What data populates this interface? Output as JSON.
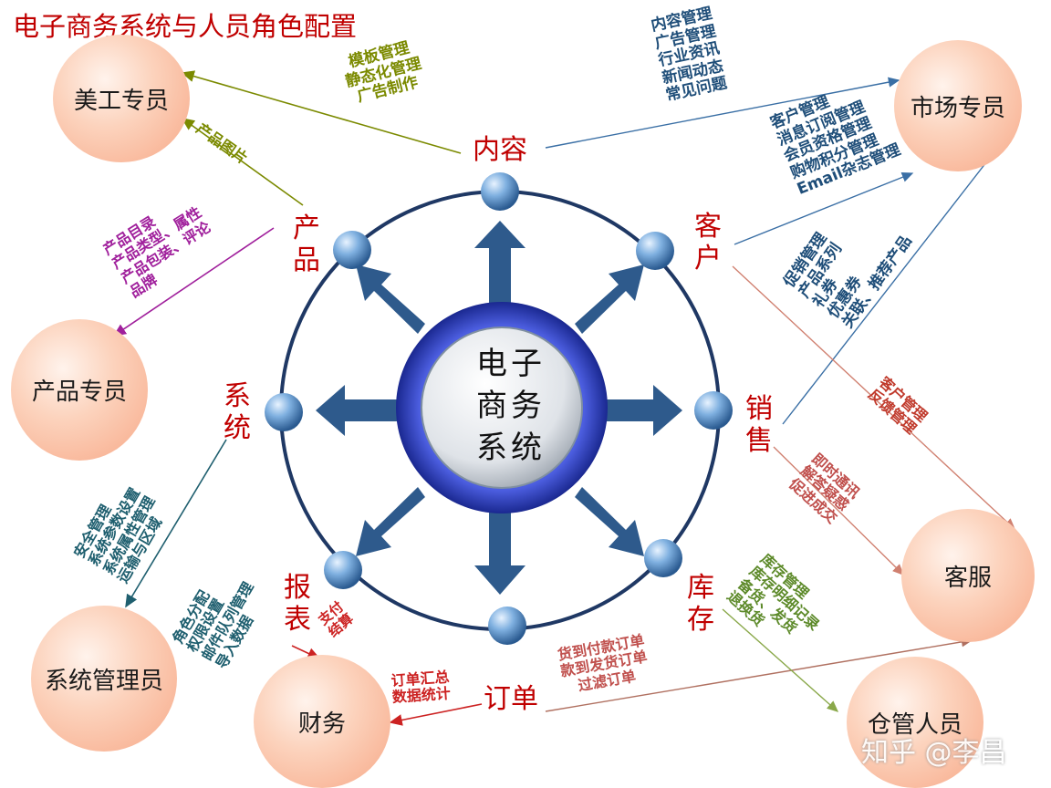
{
  "title": "电子商务系统与人员角色配置",
  "center": "电子商务系统",
  "modules": {
    "content": "内容",
    "customer": "客户",
    "sales": "销售",
    "inventory": "库存",
    "order": "订单",
    "report": "报表",
    "system": "系统",
    "product": "产品"
  },
  "roles": {
    "art": "美工专员",
    "market": "市场专员",
    "product": "产品专员",
    "service": "客服",
    "sysadmin": "系统管理员",
    "finance": "财务",
    "warehouse": "仓管人员"
  },
  "labels": {
    "content_to_art": [
      "模板管理",
      "静态化管理",
      "广告制作"
    ],
    "content_to_market": [
      "内容管理",
      "广告管理",
      "行业资讯",
      "新闻动态",
      "常见问题"
    ],
    "customer_to_market": [
      "客户管理",
      "消息订阅管理",
      "会员资格管理",
      "购物积分管理",
      "Email杂志管理"
    ],
    "sales_to_market": [
      "促销管理",
      "产品系列",
      "礼券",
      "优惠券",
      "关联、推荐产品"
    ],
    "customer_to_service": [
      "客户管理",
      "反馈管理"
    ],
    "sales_to_service": [
      "即时通讯",
      "解答疑惑",
      "促进成交"
    ],
    "product_to_art": [
      "产品图片"
    ],
    "product_to_product": [
      "产品目录",
      "产品类型、属性",
      "产品包装、评论",
      "品牌"
    ],
    "system_to_admin_a": [
      "安全管理",
      "系统参数设置",
      "系统属性管理",
      "运输与区域"
    ],
    "system_to_admin_b": [
      "角色分配",
      "权限设置",
      "邮件队列管理",
      "导入数据"
    ],
    "report_to_finance": [
      "支付",
      "结算"
    ],
    "order_to_finance": [
      "订单汇总",
      "数据统计"
    ],
    "order_to_service": [
      "货到付款订单",
      "款到发货订单",
      "过滤订单"
    ],
    "inventory_to_warehouse": [
      "库存管理",
      "库存明细记录",
      "备货、发货",
      "退换货"
    ]
  },
  "watermark": "知乎 @李昌",
  "colors": {
    "ring": "#1f3864",
    "node": "#6fa3d8",
    "arrow": "#2e5a8c",
    "hub_outer": "#2233aa",
    "module_text": "#c00000",
    "role_fill": "#f9b89a"
  }
}
